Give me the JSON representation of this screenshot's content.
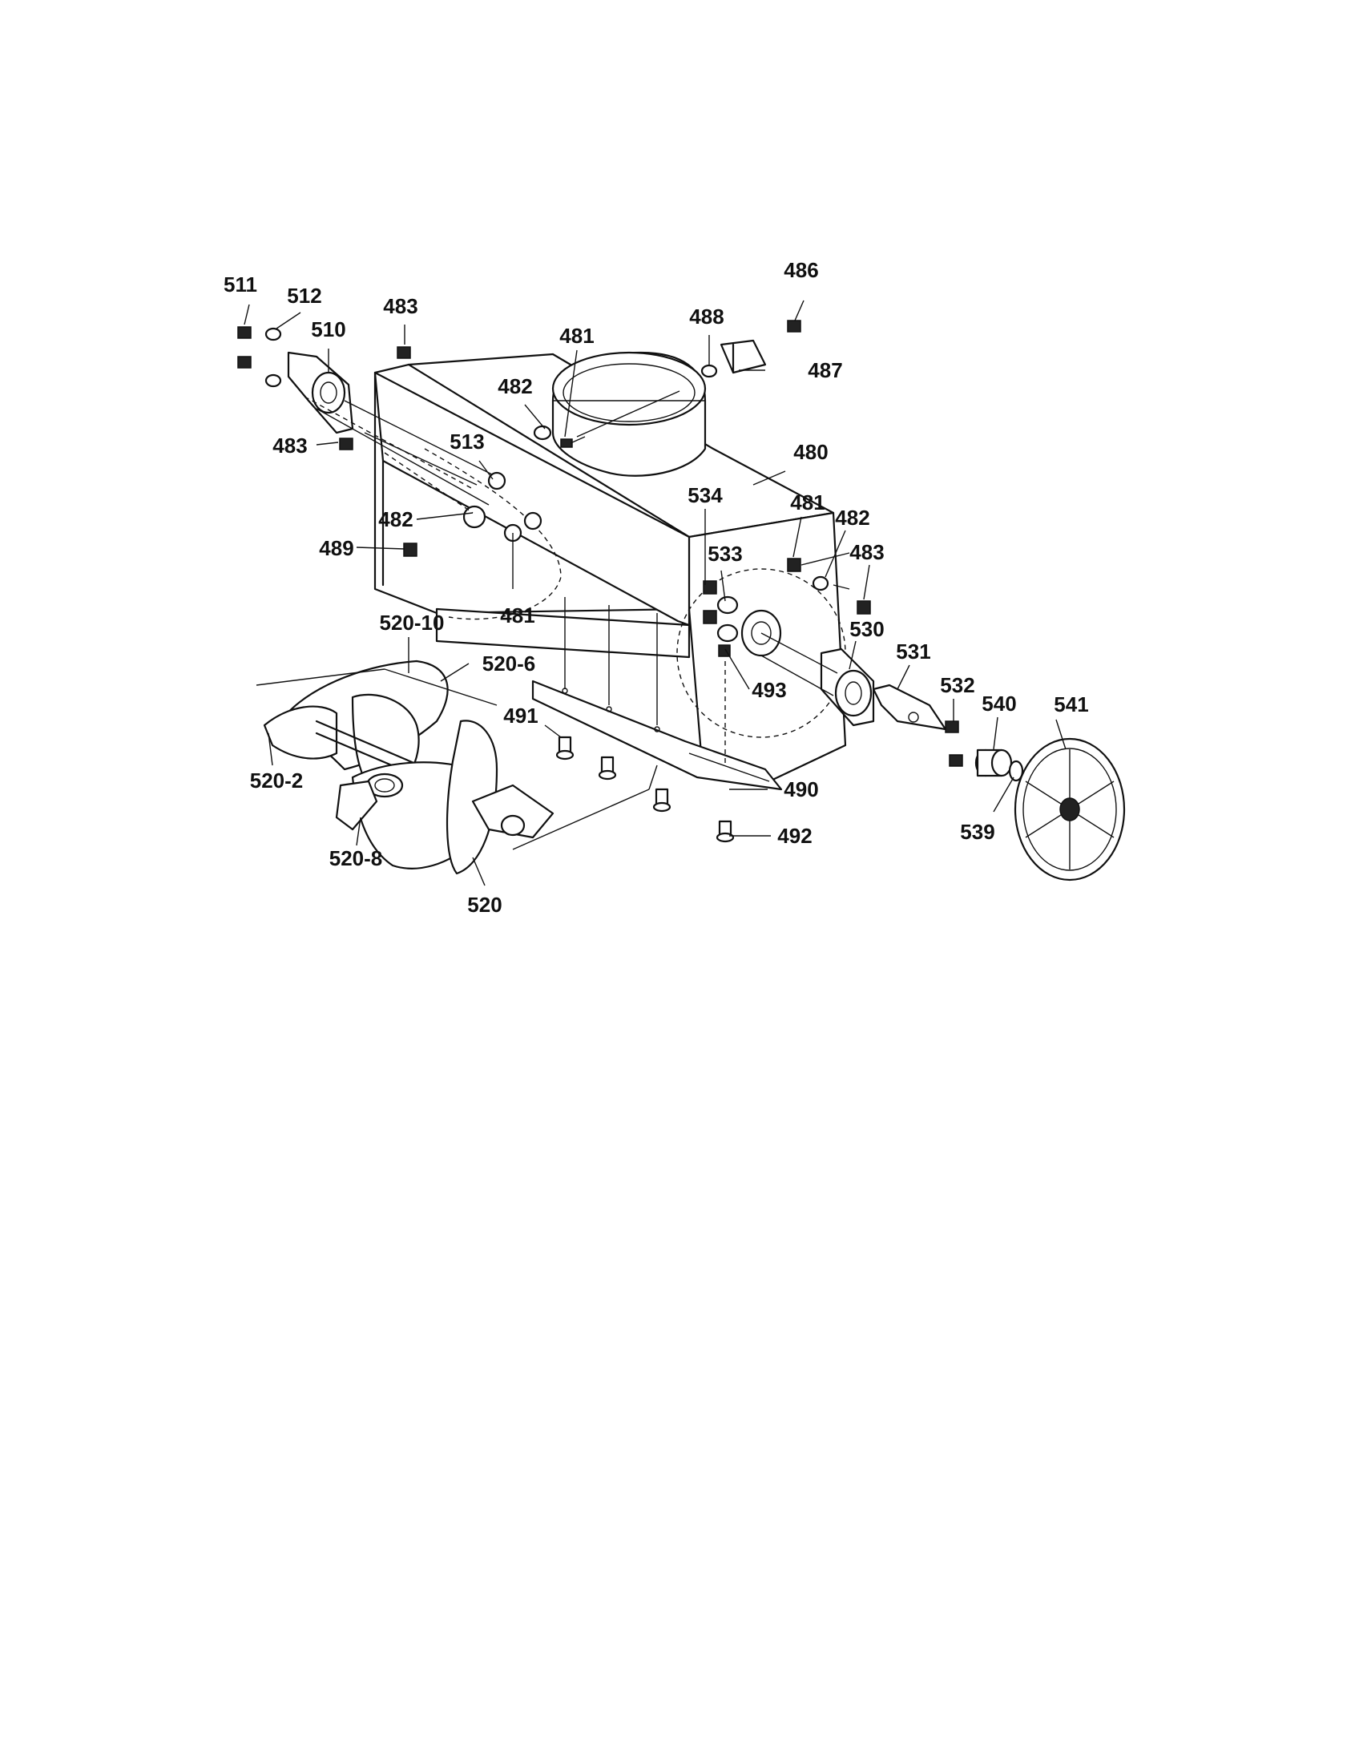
{
  "labels": {
    "l486": "486",
    "l511": "511",
    "l512": "512",
    "l483a": "483",
    "l488": "488",
    "l510": "510",
    "l481a": "481",
    "l487": "487",
    "l482a": "482",
    "l483b": "483",
    "l513": "513",
    "l480": "480",
    "l534": "534",
    "l481b": "481",
    "l482b": "482",
    "l482c": "482",
    "l483c": "483",
    "l489": "489",
    "l533": "533",
    "l481c": "481",
    "l520_10": "520-10",
    "l530": "530",
    "l531": "531",
    "l520_6": "520-6",
    "l493": "493",
    "l532": "532",
    "l540": "540",
    "l541": "541",
    "l491": "491",
    "l520_2": "520-2",
    "l490": "490",
    "l539": "539",
    "l492": "492",
    "l520_8": "520-8",
    "l520": "520"
  }
}
